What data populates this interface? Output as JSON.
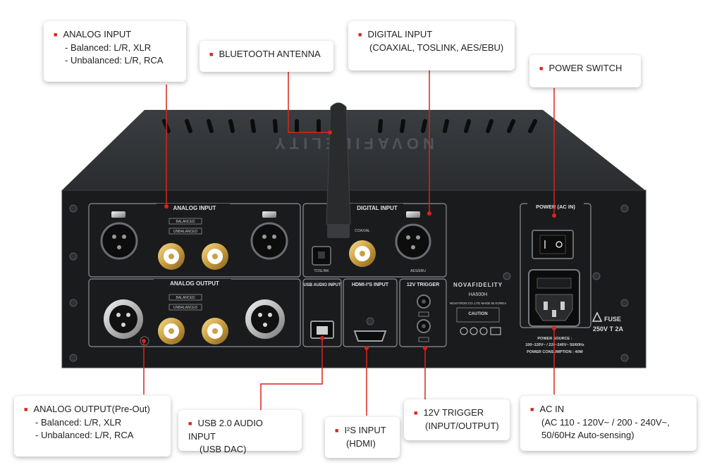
{
  "brand": "NOVAFIDELITY",
  "model": "HA500H",
  "panel_labels": {
    "analog_input": "ANALOG INPUT",
    "digital_input": "DIGITAL INPUT",
    "analog_output": "ANALOG OUTPUT",
    "usb_audio_input": "USB AUDIO INPUT",
    "hdmi_i2s_input": "HDMI-I²S INPUT",
    "trigger": "12V TRIGGER",
    "power": "POWER (AC IN)",
    "fuse_line1": "FUSE",
    "fuse_line2": "250V T 2A",
    "power_source_l1": "POWER SOURCE :",
    "power_source_l2": "100~120V~ / 220~240V~ 50/60Hz",
    "power_source_l3": "POWER CONSUMPTION : 40W",
    "company": "NOVATRON CO.,LTD  MADE IN KOREA",
    "caution": "CAUTION",
    "balanced": "BALANCED",
    "unbalanced": "UNBALANCED",
    "toslink": "TOSLINK",
    "coaxial": "COAXIAL",
    "aes": "AES/EBU"
  },
  "callouts": {
    "analog_input": {
      "title": "ANALOG INPUT",
      "lines": [
        "- Balanced: L/R, XLR",
        "- Unbalanced: L/R, RCA"
      ]
    },
    "bluetooth": {
      "title": "BLUETOOTH ANTENNA"
    },
    "digital_input": {
      "title": "DIGITAL INPUT",
      "lines": [
        "(COAXIAL, TOSLINK, AES/EBU)"
      ]
    },
    "power_switch": {
      "title": "POWER SWITCH"
    },
    "analog_output": {
      "title": "ANALOG OUTPUT(Pre-Out)",
      "lines": [
        "- Balanced: L/R, XLR",
        "- Unbalanced: L/R, RCA"
      ]
    },
    "usb": {
      "title": "USB 2.0 AUDIO INPUT",
      "lines": [
        "(USB DAC)"
      ]
    },
    "i2s": {
      "title": "I²S INPUT",
      "lines": [
        "(HDMI)"
      ]
    },
    "trigger": {
      "title": "12V TRIGGER",
      "lines": [
        "(INPUT/OUTPUT)"
      ]
    },
    "ac_in": {
      "title": "AC IN",
      "lines": [
        "(AC 110 - 120V~ / 200 - 240V~,",
        "50/60Hz Auto-sensing)"
      ]
    }
  },
  "colors": {
    "accent": "#d9241b",
    "chassis": "#27292c",
    "panel": "#151618"
  }
}
